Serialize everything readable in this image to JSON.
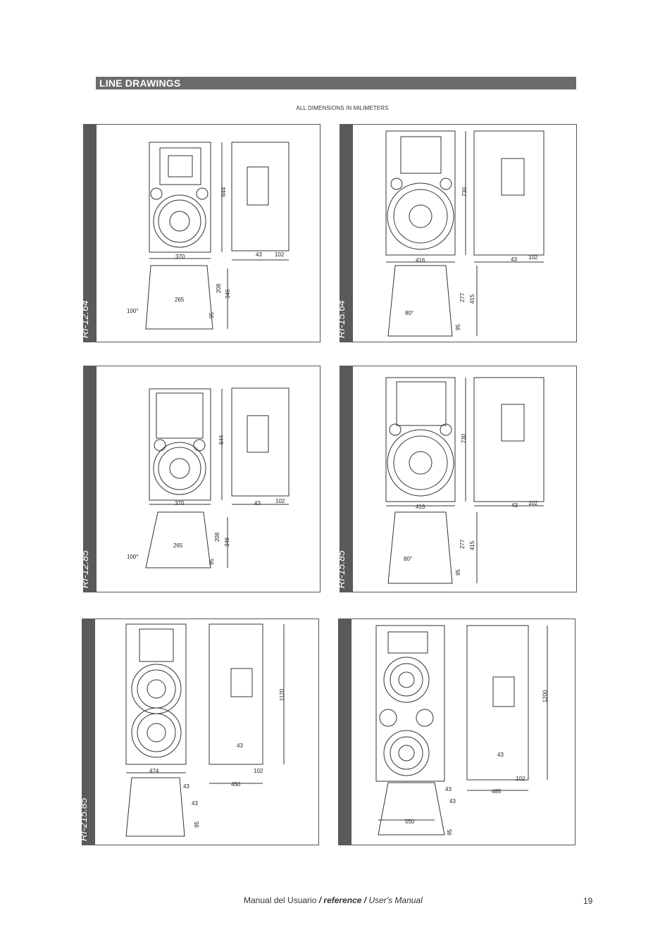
{
  "header": {
    "title": "LINE DRAWINGS"
  },
  "subtitle": "ALL DIMENSIONS IN MILIMETERS",
  "panels": [
    {
      "model": "Rf-12.64",
      "height": "644",
      "width": "370",
      "depth": "102",
      "foot": "43",
      "bottom": "265",
      "h1": "208",
      "h2": "346",
      "h3": "95",
      "angle": "100°"
    },
    {
      "model": "Rf-15.64",
      "height": "730",
      "width": "416",
      "depth": "102",
      "foot": "43",
      "h1": "277",
      "h2": "415",
      "h3": "95",
      "angle": "80°"
    },
    {
      "model": "Rf-12.85",
      "height": "644",
      "width": "370",
      "depth": "102",
      "foot": "43",
      "bottom": "265",
      "h1": "208",
      "h2": "346",
      "h3": "95",
      "angle": "100°"
    },
    {
      "model": "Rf-15.85",
      "height": "730",
      "width": "416",
      "depth": "102",
      "foot": "43",
      "h1": "277",
      "h2": "415",
      "h3": "95",
      "angle": "80°"
    },
    {
      "model": "Rf-215.85",
      "height": "1120",
      "width": "474",
      "depth": "102",
      "foot": "43",
      "base": "450",
      "foot2": "43",
      "foot3": "43",
      "h3": "95"
    },
    {
      "model": "",
      "height": "1200",
      "width": "550",
      "depth": "102",
      "foot": "43",
      "base": "485",
      "foot2": "43",
      "foot3": "43",
      "h3": "95"
    }
  ],
  "footer": {
    "prefix": "Manual  del  Usuario",
    "mid": " / reference / ",
    "suffix": "User's  Manual",
    "page": "19"
  }
}
